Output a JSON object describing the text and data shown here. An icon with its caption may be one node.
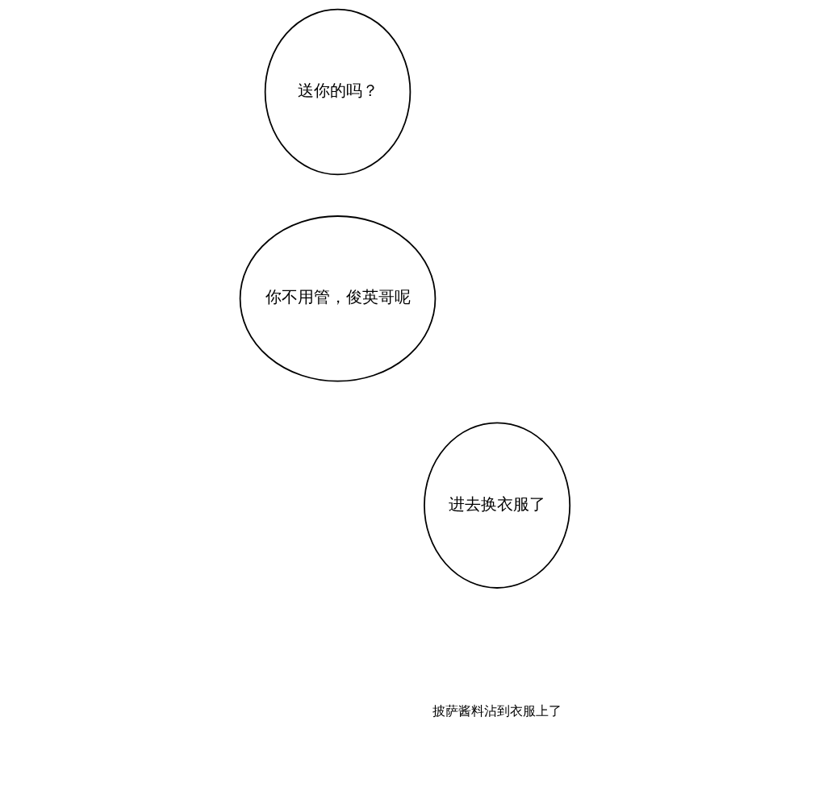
{
  "diagram": {
    "nodes": [
      {
        "text": [
          "送你的吗？"
        ]
      },
      {
        "text": [
          "你不用管，俊英哥呢"
        ]
      },
      {
        "text": [
          "进去换衣服了"
        ]
      }
    ],
    "labels": [
      "披萨酱料沾到衣服上了"
    ]
  }
}
